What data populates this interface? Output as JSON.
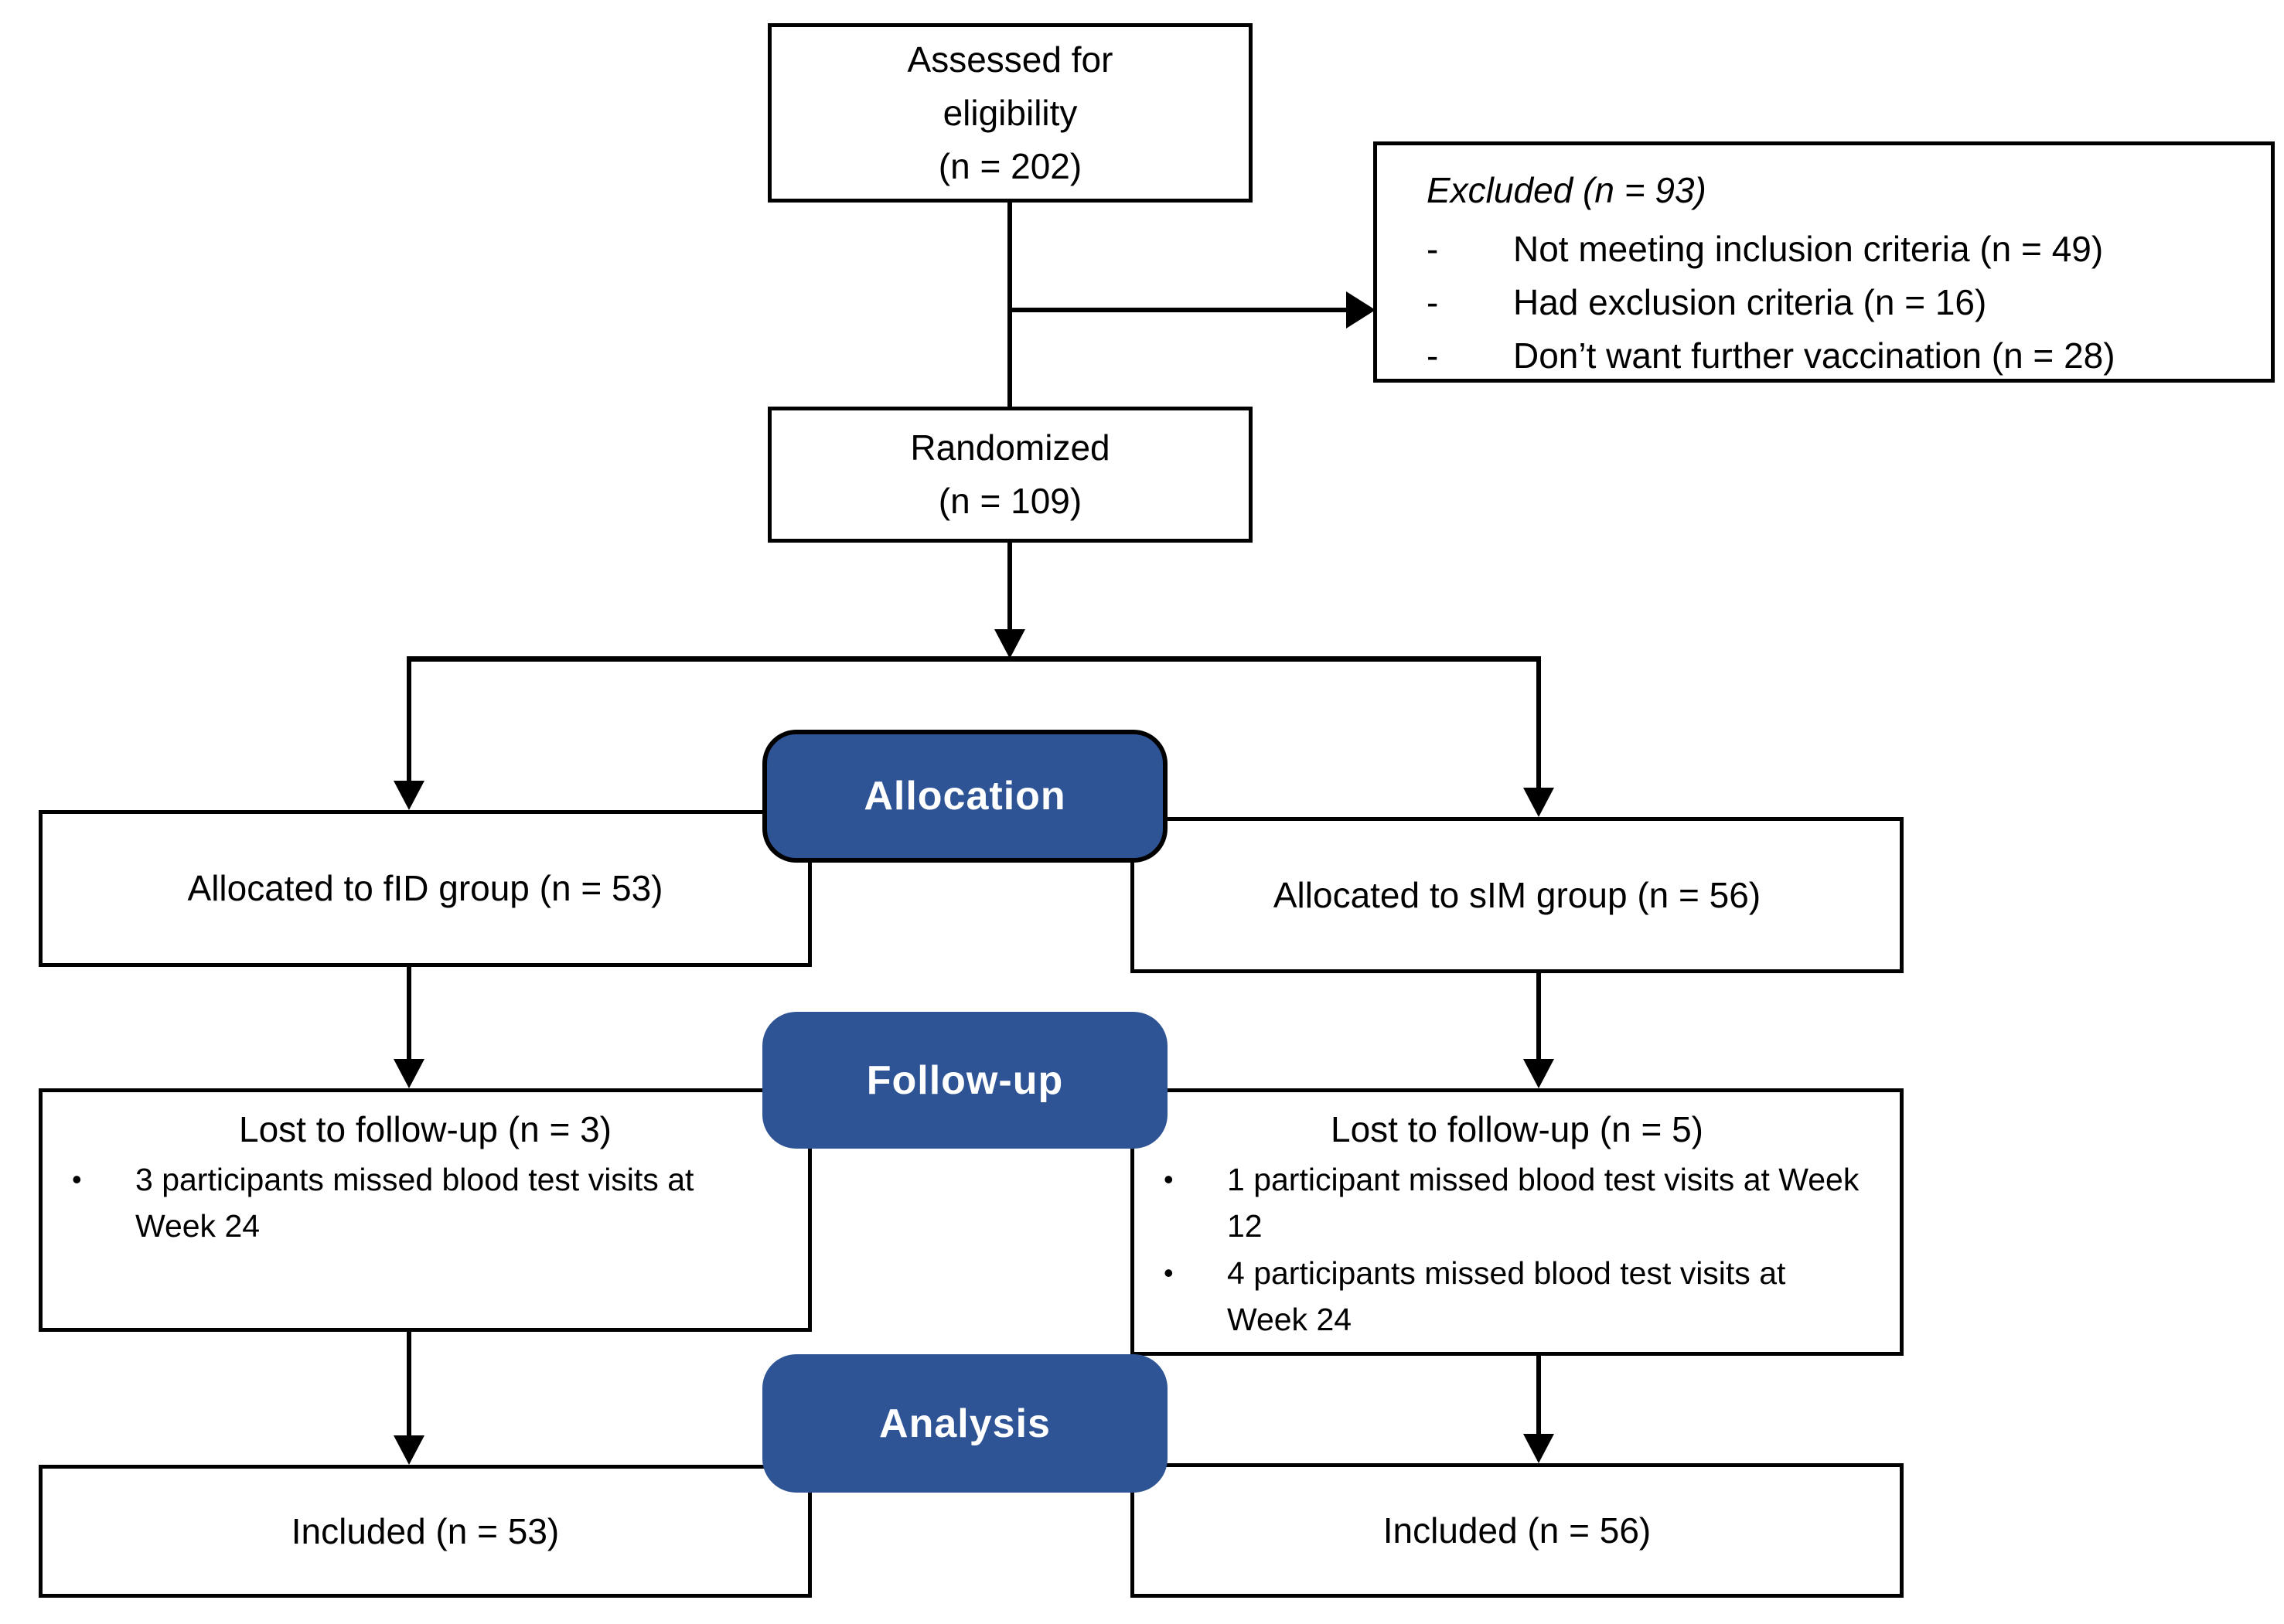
{
  "colors": {
    "stage_blue": "#2F5496",
    "line_black": "#000000",
    "box_background": "#FFFFFF",
    "text_black": "#000000"
  },
  "markers": {
    "bullet": "•",
    "dash": "-"
  },
  "flow": {
    "assessed": {
      "lines": [
        "Assessed for",
        "eligibility",
        "(n = 202)"
      ]
    },
    "excluded": {
      "title": "Excluded (n = 93)",
      "items": [
        "Not meeting inclusion criteria (n = 49)",
        "Had exclusion criteria (n = 16)",
        "Don’t want further vaccination (n = 28)"
      ]
    },
    "randomized": {
      "lines": [
        "Randomized",
        "(n = 109)"
      ]
    },
    "stages": {
      "allocation": "Allocation",
      "follow_up": "Follow-up",
      "analysis": "Analysis"
    },
    "allocation": {
      "left": "Allocated to fID group (n = 53)",
      "right": "Allocated to sIM group (n = 56)"
    },
    "follow_up": {
      "left": {
        "title": "Lost to follow-up (n = 3)",
        "items": [
          "3 participants missed blood test visits at Week 24"
        ]
      },
      "right": {
        "title": "Lost to follow-up (n = 5)",
        "items": [
          "1 participant missed blood test visits at Week 12",
          "4 participants missed blood test visits at Week 24"
        ]
      }
    },
    "analysis": {
      "left": "Included (n = 53)",
      "right": "Included (n = 56)"
    }
  }
}
